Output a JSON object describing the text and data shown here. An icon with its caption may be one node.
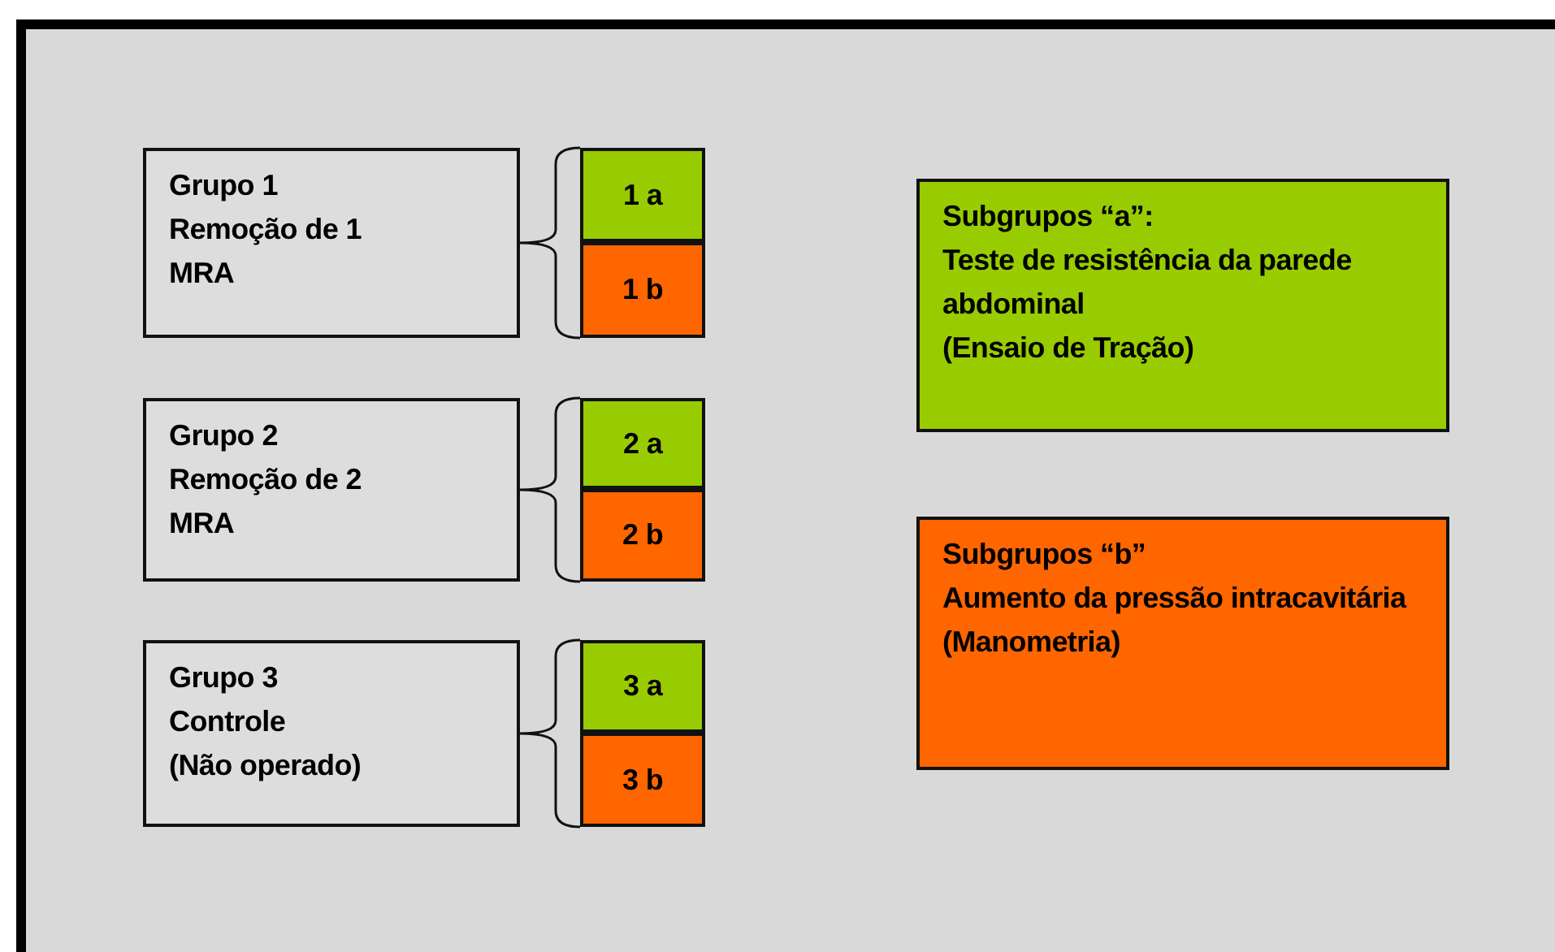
{
  "diagram": {
    "nodes": [
      {
        "text": [
          "Grupo 1",
          "Remoção de 1 MRA"
        ]
      },
      {
        "text": [
          "1 a"
        ]
      },
      {
        "text": [
          "1 b"
        ]
      },
      {
        "text": [
          "Subgrupos “a”:",
          "Teste de resistência da parede abdominal",
          "(Ensaio de Tração)"
        ]
      },
      {
        "text": [
          "Grupo 2",
          "Remoção de 2 MRA"
        ]
      },
      {
        "text": [
          "2 a"
        ]
      },
      {
        "text": [
          "2 b"
        ]
      },
      {
        "text": [
          "Subgrupos “b”",
          "Aumento da pressão intracavitária",
          "(Manometria)"
        ]
      },
      {
        "text": [
          "Grupo 3",
          "Controle",
          "(Não operado)"
        ]
      },
      {
        "text": [
          "3 a"
        ]
      },
      {
        "text": [
          "3 b"
        ]
      }
    ]
  }
}
